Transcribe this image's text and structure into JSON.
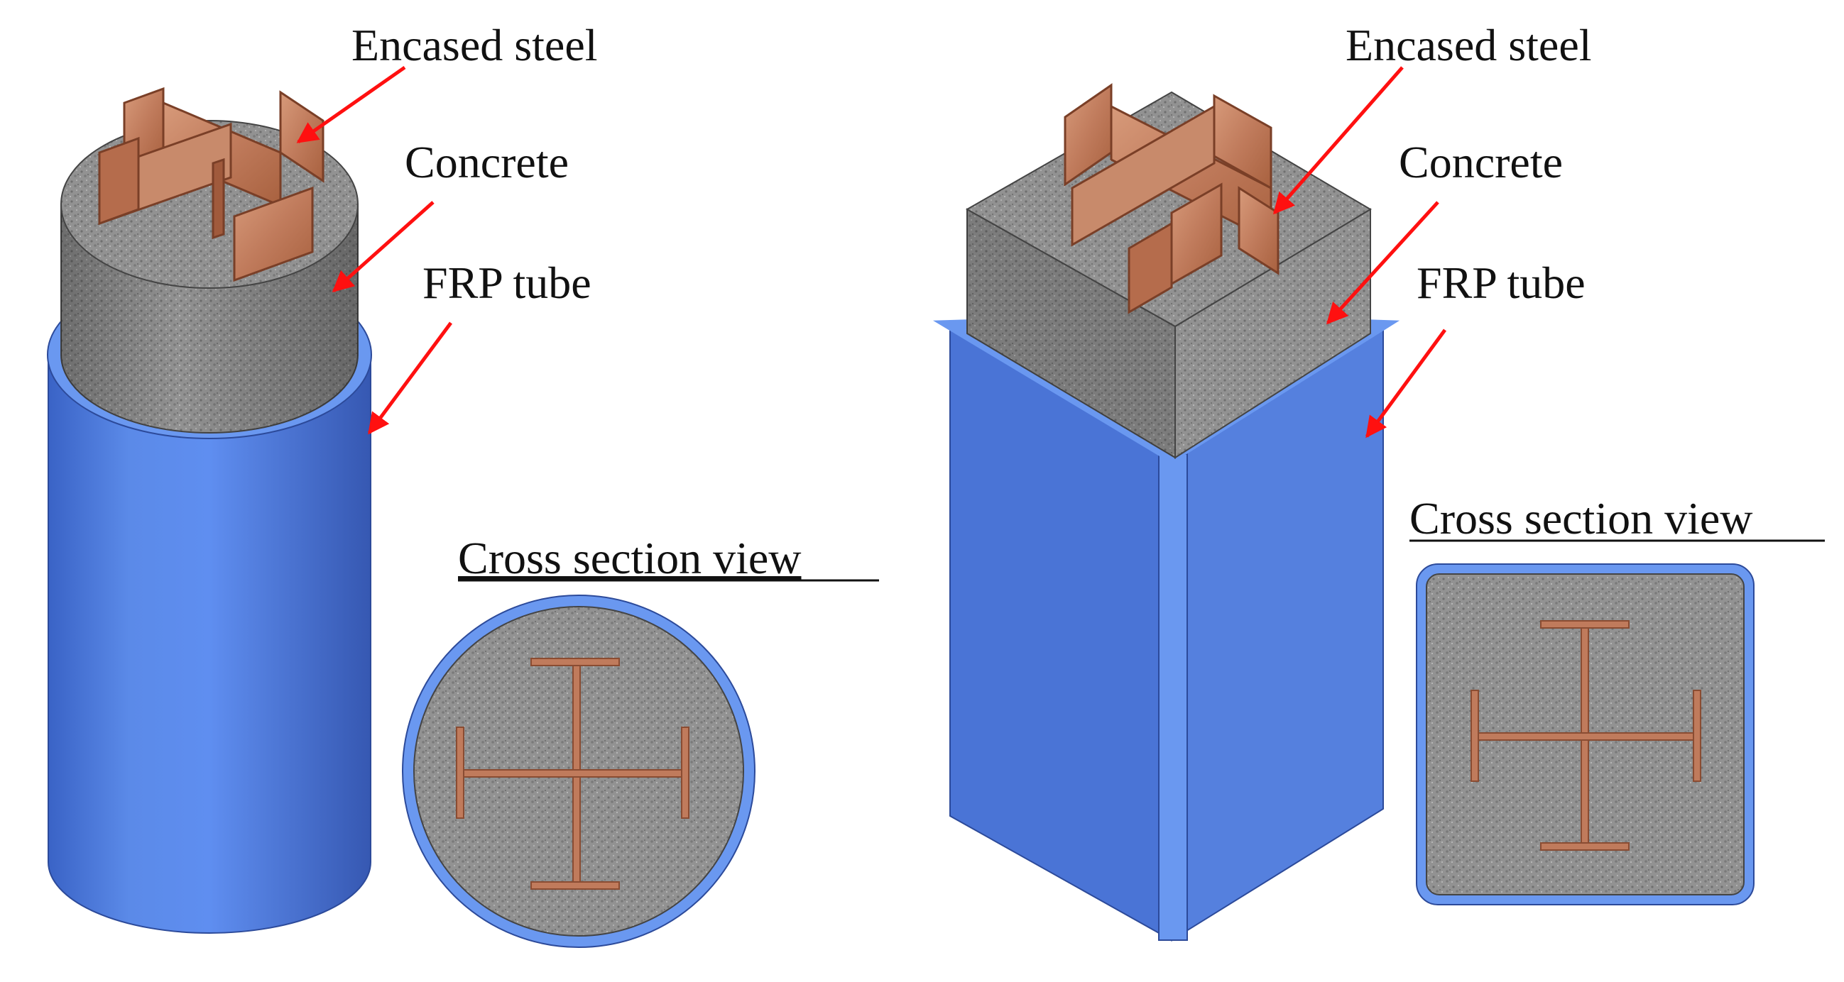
{
  "left_panel": {
    "labels": {
      "steel": "Encased steel",
      "concrete": "Concrete",
      "tube": "FRP tube",
      "cross_section": "Cross section view"
    },
    "shape": "circular"
  },
  "right_panel": {
    "labels": {
      "steel": "Encased steel",
      "concrete": "Concrete",
      "tube": "FRP tube",
      "cross_section": "Cross section view"
    },
    "shape": "square"
  },
  "colors": {
    "frp_tube": "#4f7fe0",
    "frp_tube_dark": "#3a64c4",
    "frp_tube_light": "#6a98f0",
    "concrete": "#8f8f8f",
    "steel": "#c07b5c",
    "steel_dark": "#8a4c32",
    "arrow": "#ff1010"
  }
}
